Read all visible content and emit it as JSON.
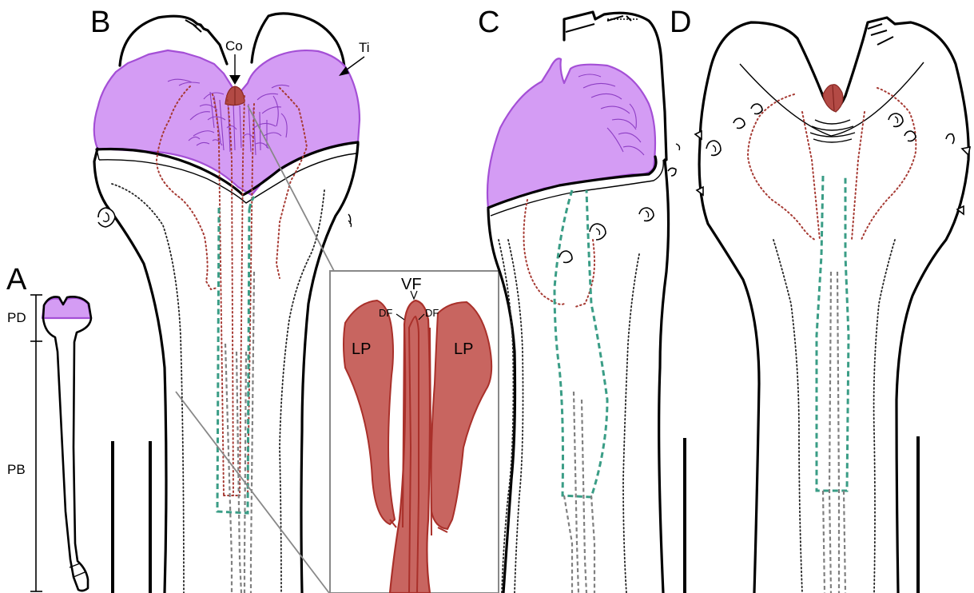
{
  "panels": {
    "A": "A",
    "B": "B",
    "C": "C",
    "D": "D"
  },
  "labels": {
    "pd": "PD",
    "pb": "PB",
    "co": "Co",
    "ti": "Ti"
  },
  "inset": {
    "vf": "VF",
    "df_left": "DF",
    "df_right": "DF",
    "lp_left": "LP",
    "lp_right": "LP"
  },
  "colors": {
    "tissue_purple": "#d49cf4",
    "conductor_red": "#b34a45",
    "duct_green": "#3a9d86",
    "inner_gray": "#808080"
  }
}
